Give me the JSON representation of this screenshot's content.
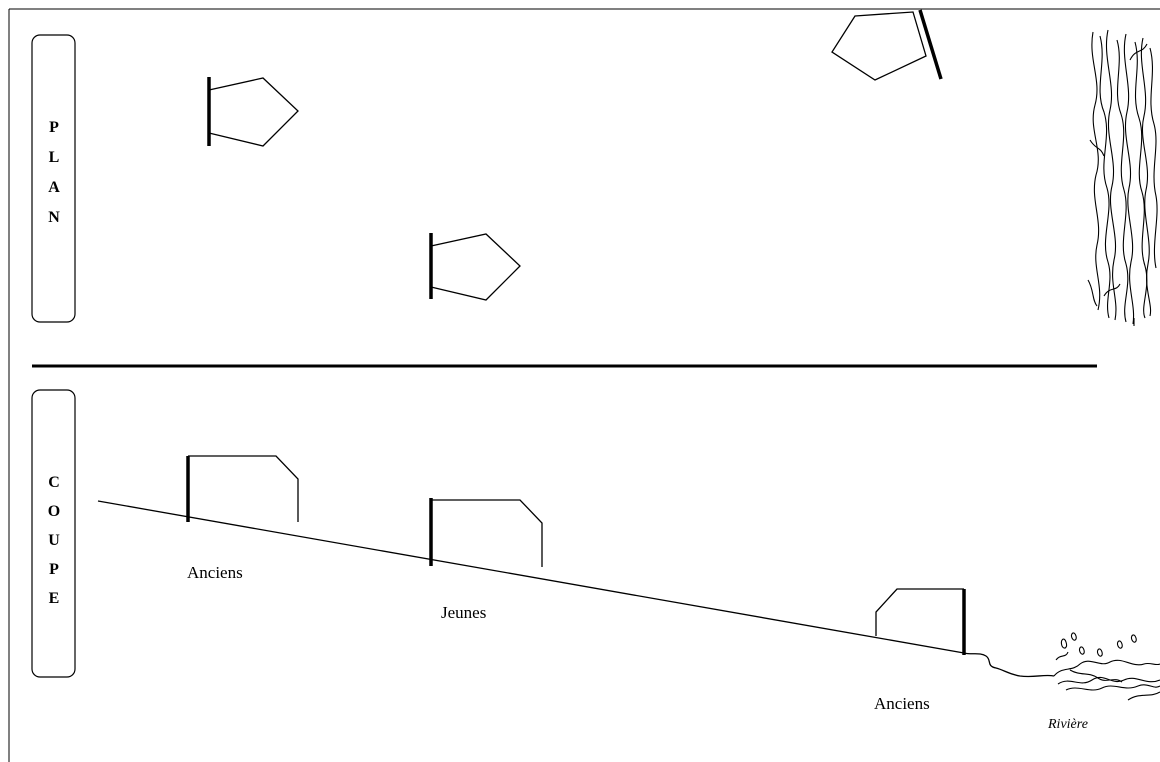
{
  "plan_section": {
    "title": "PLAN",
    "letters": [
      "P",
      "L",
      "A",
      "N"
    ]
  },
  "coupe_section": {
    "title": "COUPE",
    "letters": [
      "C",
      "O",
      "U",
      "P",
      "E"
    ]
  },
  "labels": {
    "anciens_left": "Anciens",
    "jeunes": "Jeunes",
    "anciens_right": "Anciens",
    "river": "Rivière"
  },
  "icons": {
    "plan_huts": [
      "hut-plan-icon",
      "hut-plan-icon",
      "hut-plan-icon"
    ],
    "forest": "forest-icon",
    "river": "river-icon",
    "section_huts": [
      "hut-section-icon",
      "hut-section-icon",
      "hut-section-icon"
    ]
  },
  "colors": {
    "ink": "#000000",
    "background": "#ffffff"
  }
}
